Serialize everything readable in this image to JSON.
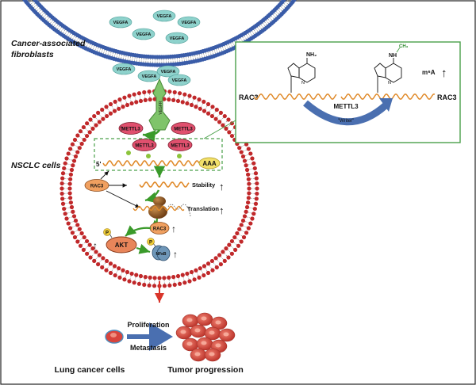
{
  "labels": {
    "caf": "Cancer-associated",
    "caf2": "fibroblasts",
    "nsclc": "NSCLC cells",
    "lung": "Lung cancer cells",
    "tumor": "Tumor progression",
    "proliferation": "Proliferation",
    "metastasis": "Metastasis",
    "stability": "Stability",
    "translation": "Translation",
    "five_prime": "5'",
    "aaa": "AAA",
    "rac3": "RAC3",
    "akt": "AKT",
    "nfkb": "NFκB",
    "p": "P",
    "receptor": "VEGFR",
    "vegfa": "VEGFA",
    "mettl3": "METTL3",
    "writer": "\"Writer\"",
    "m6a": "m⁶A",
    "nh2": "NH₂",
    "nh": "NH",
    "ch3": "CH₃",
    "n": "N",
    "up": "↑"
  },
  "colors": {
    "membrane_red": "#c0282a",
    "membrane_blue": "#3a5ca8",
    "mettl3": "#e0506e",
    "rac3": "#f0a060",
    "akt": "#e8855a",
    "vegfa": "#8ed2cc",
    "green_arrow": "#3a9a2a",
    "inset_border": "#4aa04a",
    "rna": "#e08a2a",
    "red_arrow": "#d9352a",
    "tumor_cell": "#d8443c"
  }
}
